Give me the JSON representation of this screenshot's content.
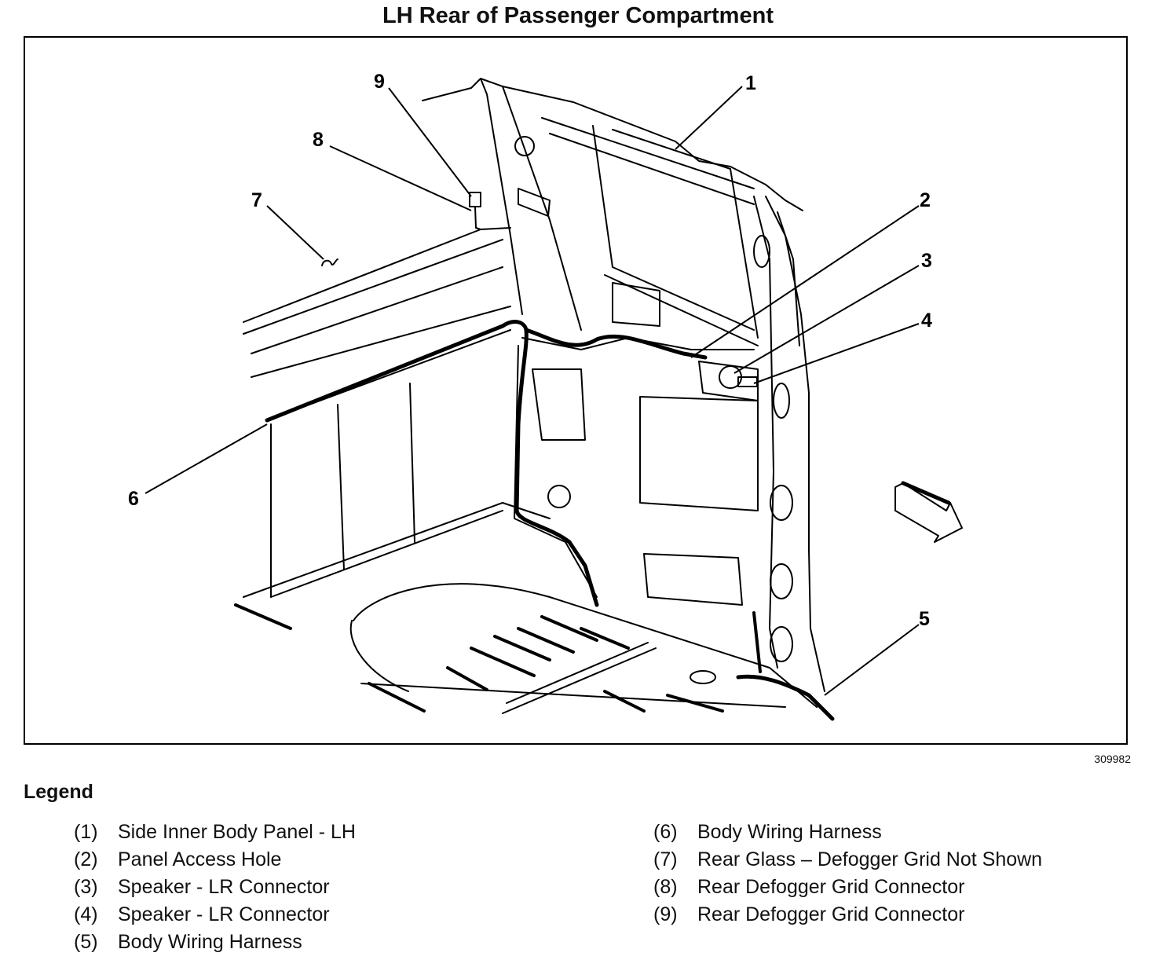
{
  "title": "LH Rear of Passenger Compartment",
  "figure_id": "309982",
  "callouts": [
    "1",
    "2",
    "3",
    "4",
    "5",
    "6",
    "7",
    "8",
    "9"
  ],
  "legend": {
    "heading": "Legend",
    "column1": [
      {
        "num": "(1)",
        "label": "Side Inner Body Panel - LH"
      },
      {
        "num": "(2)",
        "label": "Panel Access Hole"
      },
      {
        "num": "(3)",
        "label": "Speaker - LR Connector"
      },
      {
        "num": "(4)",
        "label": "Speaker - LR Connector"
      },
      {
        "num": "(5)",
        "label": "Body Wiring Harness"
      }
    ],
    "column2": [
      {
        "num": "(6)",
        "label": "Body Wiring Harness"
      },
      {
        "num": "(7)",
        "label": "Rear Glass – Defogger Grid Not Shown"
      },
      {
        "num": "(8)",
        "label": "Rear Defogger Grid Connector"
      },
      {
        "num": "(9)",
        "label": "Rear Defogger Grid Connector"
      }
    ]
  }
}
